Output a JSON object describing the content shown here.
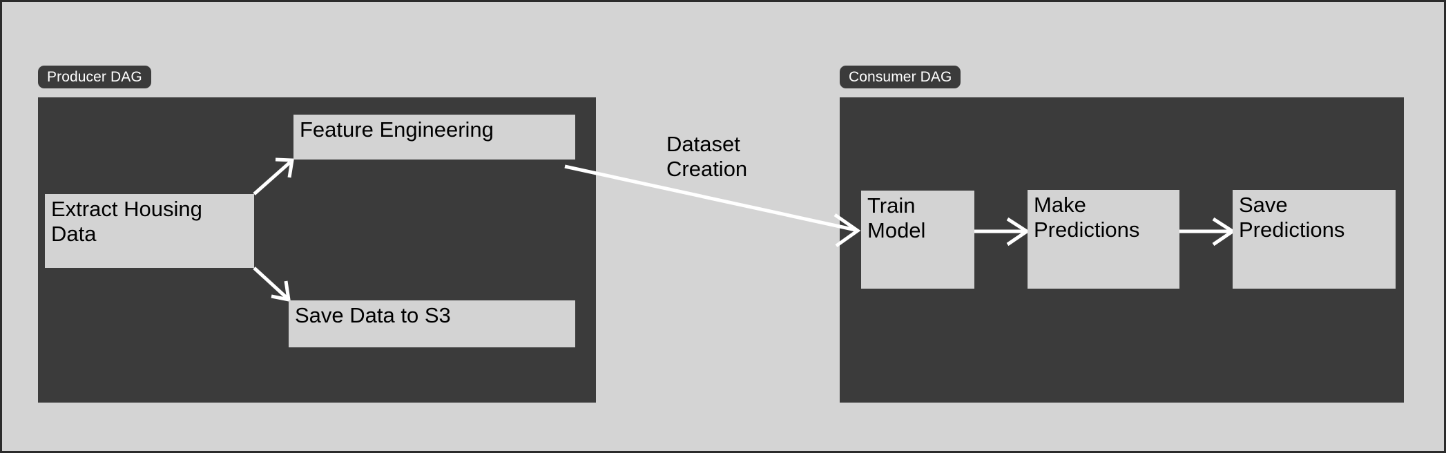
{
  "canvas": {
    "background_color": "#d4d4d4",
    "border_color": "#2b2b2b",
    "group_color": "#3b3b3b",
    "task_color": "#d3d3d3",
    "arrow_color": "#ffffff"
  },
  "groups": [
    {
      "id": "producer",
      "label": "Producer DAG"
    },
    {
      "id": "consumer",
      "label": "Consumer DAG"
    }
  ],
  "producer_tasks": [
    {
      "id": "extract-housing-data",
      "label": "Extract Housing\nData"
    },
    {
      "id": "feature-engineering",
      "label": "Feature Engineering"
    },
    {
      "id": "save-data-to-s3",
      "label": "Save Data to S3"
    }
  ],
  "consumer_tasks": [
    {
      "id": "train-model",
      "label": "Train\nModel"
    },
    {
      "id": "make-predictions",
      "label": "Make\nPredictions"
    },
    {
      "id": "save-predictions",
      "label": "Save\nPredictions"
    }
  ],
  "edges": [
    {
      "id": "extract-to-feature",
      "from": "extract-housing-data",
      "to": "feature-engineering",
      "label": ""
    },
    {
      "id": "extract-to-save-s3",
      "from": "extract-housing-data",
      "to": "save-data-to-s3",
      "label": ""
    },
    {
      "id": "dataset-creation",
      "from": "feature-engineering",
      "to": "train-model",
      "label": "Dataset\nCreation"
    },
    {
      "id": "train-to-make",
      "from": "train-model",
      "to": "make-predictions",
      "label": ""
    },
    {
      "id": "make-to-save",
      "from": "make-predictions",
      "to": "save-predictions",
      "label": ""
    }
  ]
}
